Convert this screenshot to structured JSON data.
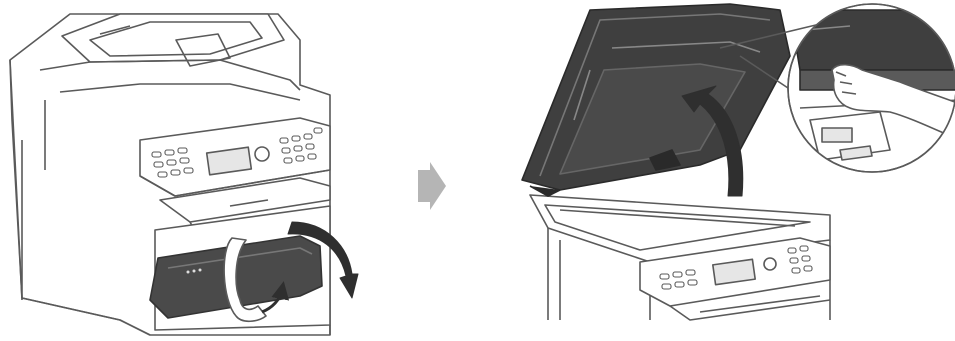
{
  "figure": {
    "step_arrow_icon": "chevron-right-icon",
    "colors": {
      "outline": "#5a5a5a",
      "body": "#ffffff",
      "cartridge_dark": "#4a4a4a",
      "lid_dark": "#3f3f3f",
      "arrow_dark": "#2f2f2f",
      "step_arrow": "#b5b5b5",
      "display": "#e6e6e6"
    },
    "left_panel": {
      "subject": "printer-with-front-cover-open",
      "arrows": [
        "open-cover-arrow-icon",
        "lift-tape-arrow-icon"
      ]
    },
    "right_panel": {
      "subject": "printer-with-scanner-lid-open",
      "arrows": [
        "lift-lid-arrow-icon"
      ],
      "inset": "hand-lifting-lid-detail"
    }
  }
}
